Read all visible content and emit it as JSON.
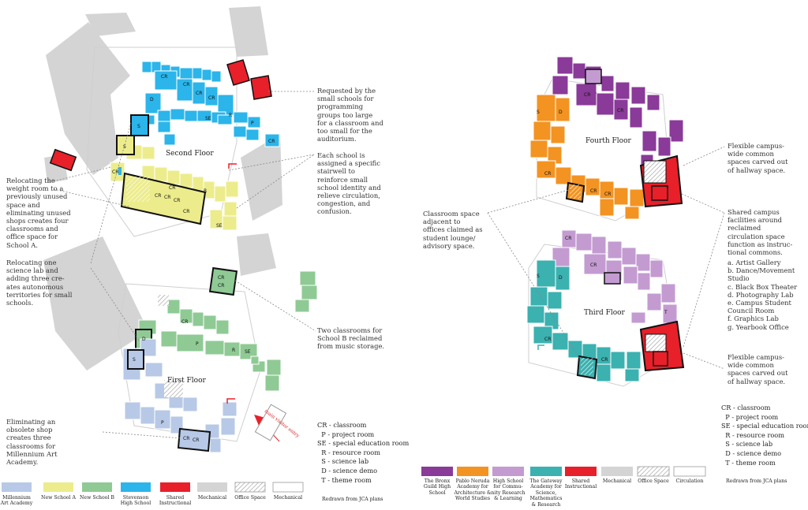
{
  "colors": {
    "millennium": "#b7c9e6",
    "schoolA": "#ecec8c",
    "schoolB": "#8fca95",
    "stevenson": "#2bb5ea",
    "shared": "#e8202a",
    "mechanical": "#d4d4d4",
    "bronx": "#8a3a98",
    "neruda": "#f39322",
    "community": "#c39bd1",
    "gateway": "#3bb1b0"
  },
  "floors": {
    "second": "Second Floor",
    "first": "First Floor",
    "fourth": "Fourth Floor",
    "third": "Third Floor"
  },
  "notes": {
    "small_schools": "Requested by the\nsmall schools for\nprogramming\ngroups too large\nfor a classroom and\ntoo small for the\nauditorium.",
    "stairwell": "Each school is\nassigned a specific\nstairwell to\nreinforce small\nschool identity and\nrelieve circulation,\ncongestion, and\nconfusion.",
    "weight_room": "Relocating the\nweight room to a\npreviously unused\nspace and\neliminating unused\nshops creates four\nclassrooms and\noffice space for\nSchool A.",
    "science_lab": "Relocating one\nscience lab and\nadding three cre-\nates autonomous\nterritories for small\nschools.",
    "music_storage": "Two classrooms for\nSchool B reclaimed\nfrom music storage.",
    "obsolete_shop": "Eliminating an\nobsolete shop\ncreates three\nclassrooms for\nMillennium Art\nAcademy.",
    "lounge": "Classroom space\nadjacent to\noffices claimed as\nstudent lounge/\nadvisory space.",
    "flexible_top": "Flexible campus-\nwide common\nspaces carved out\nof hallway space.",
    "shared_campus": "Shared campus\nfacilities around\nreclaimed\ncirculation space\nfunction as instruc-\ntional commons.",
    "facilities_list": "a. Artist Gallery\nb. Dance/Movement\n    Studio\nc. Black Box Theater\nd. Photography Lab\ne. Campus Student\n    Council Room\nf. Graphics Lab\ng. Yearbook Office",
    "flexible_bottom": "Flexible campus-\nwide common\nspaces carved out\nof hallway space."
  },
  "entry": "main visitor entry",
  "legend_key": "CR - classroom\n  P - project room\nSE - special education room\n  R - resource room\n  S - science lab\n  D - science demo\n  T - theme room",
  "legend_left": [
    {
      "label": "Millennium\nArt Academy",
      "color": "#b7c9e6",
      "pattern": "solid"
    },
    {
      "label": "New School A",
      "color": "#ecec8c",
      "pattern": "solid"
    },
    {
      "label": "New School B",
      "color": "#8fca95",
      "pattern": "solid"
    },
    {
      "label": "Stevenson\nHigh School",
      "color": "#2bb5ea",
      "pattern": "solid"
    },
    {
      "label": "Shared\nInstructional",
      "color": "#e8202a",
      "pattern": "solid"
    },
    {
      "label": "Mechanical",
      "color": "#d4d4d4",
      "pattern": "solid"
    },
    {
      "label": "Office Space",
      "color": "#ffffff",
      "pattern": "hatch"
    },
    {
      "label": "Mechanical",
      "color": "#ffffff",
      "pattern": "outline"
    }
  ],
  "legend_right": [
    {
      "label": "The Bronx\nGuild High\nSchool",
      "color": "#8a3a98",
      "pattern": "solid"
    },
    {
      "label": "Pablo Neruda\nAcademy for\nArchitecture &\nWorld Studies",
      "color": "#f39322",
      "pattern": "solid"
    },
    {
      "label": "High School\nfor Commu-\nnity Research\n& Learning",
      "color": "#c39bd1",
      "pattern": "solid"
    },
    {
      "label": "The Gateway\nAcademy for\nScience,\nMathematics\n& Research",
      "color": "#3bb1b0",
      "pattern": "solid"
    },
    {
      "label": "Shared\nInstructional",
      "color": "#e8202a",
      "pattern": "solid"
    },
    {
      "label": "Mechanical",
      "color": "#d4d4d4",
      "pattern": "solid"
    },
    {
      "label": "Office Space",
      "color": "#ffffff",
      "pattern": "hatch"
    },
    {
      "label": "Circulation",
      "color": "#ffffff",
      "pattern": "outline"
    }
  ],
  "credit_left": "Redrawn from JCA plans",
  "credit_right": "Redrawn from JCA plans",
  "room_labels": {
    "cr": "CR",
    "d": "D",
    "s": "S",
    "se": "SE",
    "p": "P",
    "r": "R",
    "t": "T"
  }
}
